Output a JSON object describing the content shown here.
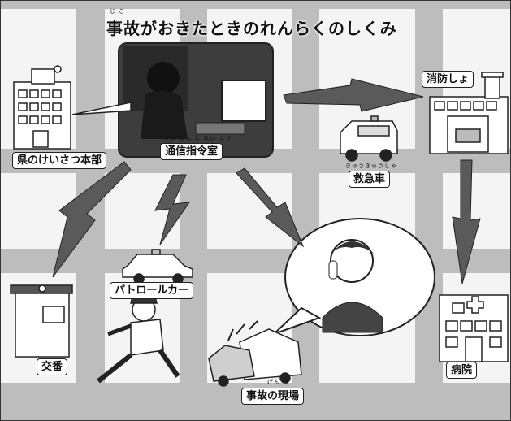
{
  "title": "事故がおきたときのれんらくのしくみ",
  "title_ruby": "じ こ",
  "labels": {
    "police_hq": "県のけいさつ本部",
    "comm_room": "通信指令室",
    "comm_room_ruby": "つう しん し れい しつ",
    "fire_station": "消防しょ",
    "ambulance": "救急車",
    "ambulance_ruby": "きゅうきゅうしゃ",
    "patrol_car": "パトロールカー",
    "koban": "交番",
    "hospital": "病院",
    "accident_site": "事故の現場",
    "accident_site_ruby": "げん ば"
  },
  "colors": {
    "road": "#bdbdbd",
    "block": "#f4f4f4",
    "arrow": "#5a5a5a",
    "outline": "#222222"
  }
}
